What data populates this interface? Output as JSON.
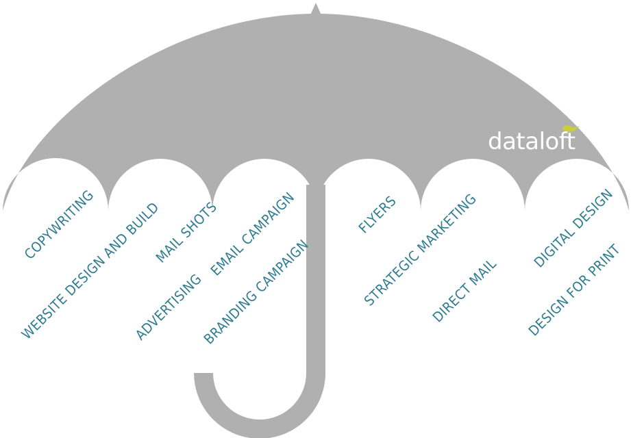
{
  "brand": {
    "name": "dataloft",
    "accent_color": "#c8cf3f"
  },
  "colors": {
    "umbrella": "#b0b0b0",
    "label": "#2e7c8f"
  },
  "services": [
    "Copywriting",
    "Website design and build",
    "Mail shots",
    "Advertising",
    "Email campaign",
    "Branding campaign",
    "Flyers",
    "Strategic marketing",
    "Direct mail",
    "Digital design",
    "Design for print"
  ]
}
